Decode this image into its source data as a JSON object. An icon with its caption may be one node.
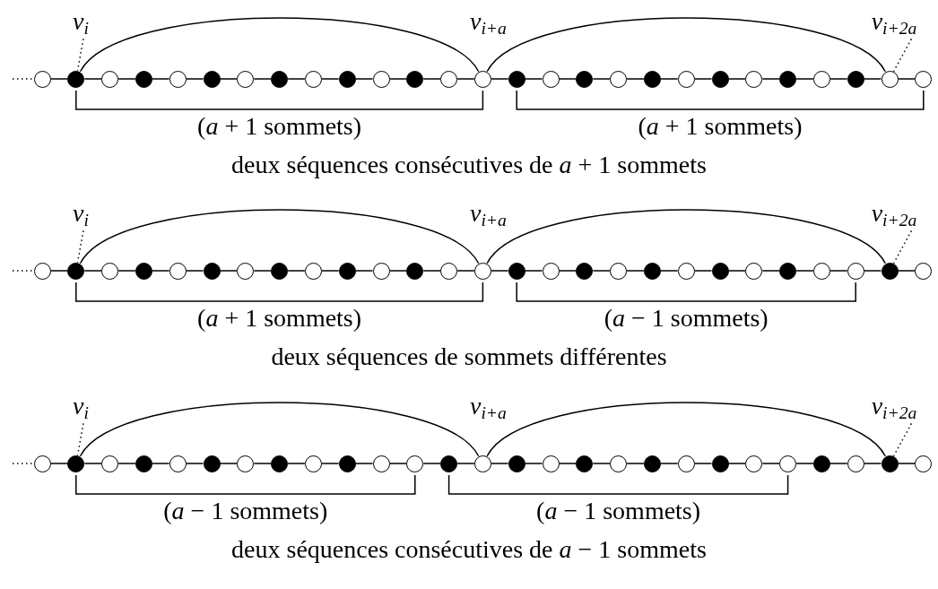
{
  "diagram": {
    "nodes": [
      {
        "text": [
          "*v*$_{i}$"
        ]
      },
      {
        "text": [
          "*v*$_{i+2a}$"
        ]
      },
      {
        "text": [],
        "shape": "circle"
      },
      {
        "text": [],
        "shape": "dot"
      },
      {
        "text": [],
        "shape": "circle"
      },
      {
        "text": [],
        "shape": "dot"
      },
      {
        "text": [],
        "shape": "circle"
      },
      {
        "text": [],
        "shape": "dot"
      },
      {
        "text": [],
        "shape": "circle"
      },
      {
        "text": [],
        "shape": "dot"
      },
      {
        "text": [],
        "shape": "circle"
      },
      {
        "text": [],
        "shape": "dot"
      },
      {
        "text": [],
        "shape": "circle"
      },
      {
        "text": [],
        "shape": "dot"
      },
      {
        "text": [],
        "shape": "circle"
      },
      {
        "text": [],
        "shape": "circle"
      },
      {
        "text": [],
        "shape": "dot"
      },
      {
        "text": [],
        "shape": "circle"
      },
      {
        "text": [],
        "shape": "dot"
      },
      {
        "text": [],
        "shape": "circle"
      },
      {
        "text": [],
        "shape": "dot"
      },
      {
        "text": [],
        "shape": "circle"
      },
      {
        "text": [],
        "shape": "dot"
      },
      {
        "text": [],
        "shape": "circle"
      },
      {
        "text": [],
        "shape": "dot"
      },
      {
        "text": [],
        "shape": "circle"
      },
      {
        "text": [],
        "shape": "dot"
      },
      {
        "text": [],
        "shape": "circle"
      },
      {
        "text": [],
        "shape": "circle"
      },
      {
        "text": [
          "*v*$_{i}$"
        ]
      },
      {
        "text": [
          "*v*$_{i+2a}$"
        ]
      },
      {
        "text": [],
        "shape": "circle"
      },
      {
        "text": [],
        "shape": "dot"
      },
      {
        "text": [],
        "shape": "circle"
      },
      {
        "text": [],
        "shape": "dot"
      },
      {
        "text": [],
        "shape": "circle"
      },
      {
        "text": [],
        "shape": "dot"
      },
      {
        "text": [],
        "shape": "circle"
      },
      {
        "text": [],
        "shape": "dot"
      },
      {
        "text": [],
        "shape": "circle"
      },
      {
        "text": [],
        "shape": "dot"
      },
      {
        "text": [],
        "shape": "circle"
      },
      {
        "text": [],
        "shape": "dot"
      },
      {
        "text": [],
        "shape": "circle"
      },
      {
        "text": [],
        "shape": "circle"
      },
      {
        "text": [],
        "shape": "dot"
      },
      {
        "text": [],
        "shape": "circle"
      },
      {
        "text": [],
        "shape": "dot"
      },
      {
        "text": [],
        "shape": "circle"
      },
      {
        "text": [],
        "shape": "dot"
      },
      {
        "text": [],
        "shape": "circle"
      },
      {
        "text": [],
        "shape": "dot"
      },
      {
        "text": [],
        "shape": "circle"
      },
      {
        "text": [],
        "shape": "dot"
      },
      {
        "text": [],
        "shape": "circle"
      },
      {
        "text": [],
        "shape": "circle"
      },
      {
        "text": [],
        "shape": "dot"
      },
      {
        "text": [],
        "shape": "circle"
      },
      {
        "text": [
          "*v*$_{i}$"
        ]
      },
      {
        "text": [
          "*v*$_{i+2a}$"
        ]
      },
      {
        "text": [],
        "shape": "circle"
      },
      {
        "text": [],
        "shape": "dot"
      },
      {
        "text": [],
        "shape": "circle"
      },
      {
        "text": [],
        "shape": "dot"
      },
      {
        "text": [],
        "shape": "circle"
      },
      {
        "text": [],
        "shape": "dot"
      },
      {
        "text": [],
        "shape": "circle"
      },
      {
        "text": [],
        "shape": "dot"
      },
      {
        "text": [],
        "shape": "circle"
      },
      {
        "text": [],
        "shape": "dot"
      },
      {
        "text": [],
        "shape": "circle"
      },
      {
        "text": [],
        "shape": "circle"
      },
      {
        "text": [],
        "shape": "dot"
      },
      {
        "text": [],
        "shape": "circle"
      },
      {
        "text": [],
        "shape": "dot"
      },
      {
        "text": [],
        "shape": "circle"
      },
      {
        "text": [],
        "shape": "dot"
      },
      {
        "text": [],
        "shape": "circle"
      },
      {
        "text": [],
        "shape": "dot"
      },
      {
        "text": [],
        "shape": "circle"
      },
      {
        "text": [],
        "shape": "dot"
      },
      {
        "text": [],
        "shape": "circle"
      },
      {
        "text": [],
        "shape": "circle"
      },
      {
        "text": [],
        "shape": "dot"
      },
      {
        "text": [],
        "shape": "circle"
      },
      {
        "text": [],
        "shape": "dot"
      },
      {
        "text": [],
        "shape": "circle"
      }
    ],
    "edges": [
      {
        "from": null,
        "to": 2,
        "arrow": "none",
        "style": "dashed"
      },
      {
        "from": 0,
        "to": 3,
        "arrow": "none",
        "style": "dashed"
      },
      {
        "from": 1,
        "to": 27,
        "arrow": "none",
        "style": "dashed"
      },
      {
        "from": 3,
        "to": 15,
        "arrow": "none"
      },
      {
        "from": 15,
        "to": 27,
        "arrow": "none"
      },
      {
        "from": 2,
        "to": 3,
        "arrow": "none"
      },
      {
        "from": 3,
        "to": 4,
        "arrow": "none"
      },
      {
        "from": 4,
        "to": 5,
        "arrow": "none"
      },
      {
        "from": 5,
        "to": 6,
        "arrow": "none"
      },
      {
        "from": 6,
        "to": 7,
        "arrow": "none"
      },
      {
        "from": 7,
        "to": 8,
        "arrow": "none"
      },
      {
        "from": 8,
        "to": 9,
        "arrow": "none"
      },
      {
        "from": 9,
        "to": 10,
        "arrow": "none"
      },
      {
        "from": 10,
        "to": 11,
        "arrow": "none"
      },
      {
        "from": 11,
        "to": 12,
        "arrow": "none"
      },
      {
        "from": 12,
        "to": 13,
        "arrow": "none"
      },
      {
        "from": 13,
        "to": 14,
        "arrow": "none"
      },
      {
        "from": 14,
        "to": 15,
        "arrow": "none"
      },
      {
        "from": 15,
        "to": 16,
        "arrow": "none"
      },
      {
        "from": 16,
        "to": 17,
        "arrow": "none"
      },
      {
        "from": 17,
        "to": 18,
        "arrow": "none"
      },
      {
        "from": 18,
        "to": 19,
        "arrow": "none"
      },
      {
        "from": 19,
        "to": 20,
        "arrow": "none"
      },
      {
        "from": 20,
        "to": 21,
        "arrow": "none"
      },
      {
        "from": 21,
        "to": 22,
        "arrow": "none"
      },
      {
        "from": 22,
        "to": 23,
        "arrow": "none"
      },
      {
        "from": 23,
        "to": 24,
        "arrow": "none"
      },
      {
        "from": 24,
        "to": 25,
        "arrow": "none"
      },
      {
        "from": 25,
        "to": 26,
        "arrow": "none"
      },
      {
        "from": 26,
        "to": 27,
        "arrow": "none"
      },
      {
        "from": 27,
        "to": 28,
        "arrow": "none"
      },
      {
        "from": null,
        "to": 31,
        "arrow": "none",
        "style": "dashed"
      },
      {
        "from": 29,
        "to": 32,
        "arrow": "none",
        "style": "dashed"
      },
      {
        "from": 30,
        "to": 56,
        "arrow": "none",
        "style": "dashed"
      },
      {
        "from": 32,
        "to": 44,
        "arrow": "none"
      },
      {
        "from": 44,
        "to": 56,
        "arrow": "none"
      },
      {
        "from": 31,
        "to": 32,
        "arrow": "none"
      },
      {
        "from": 32,
        "to": 33,
        "arrow": "none"
      },
      {
        "from": 33,
        "to": 34,
        "arrow": "none"
      },
      {
        "from": 34,
        "to": 35,
        "arrow": "none"
      },
      {
        "from": 35,
        "to": 36,
        "arrow": "none"
      },
      {
        "from": 36,
        "to": 37,
        "arrow": "none"
      },
      {
        "from": 37,
        "to": 38,
        "arrow": "none"
      },
      {
        "from": 38,
        "to": 39,
        "arrow": "none"
      },
      {
        "from": 39,
        "to": 40,
        "arrow": "none"
      },
      {
        "from": 40,
        "to": 41,
        "arrow": "none"
      },
      {
        "from": 41,
        "to": 42,
        "arrow": "none"
      },
      {
        "from": 42,
        "to": 43,
        "arrow": "none"
      },
      {
        "from": 43,
        "to": 44,
        "arrow": "none"
      },
      {
        "from": 44,
        "to": 45,
        "arrow": "none"
      },
      {
        "from": 45,
        "to": 46,
        "arrow": "none"
      },
      {
        "from": 46,
        "to": 47,
        "arrow": "none"
      },
      {
        "from": 47,
        "to": 48,
        "arrow": "none"
      },
      {
        "from": 48,
        "to": 49,
        "arrow": "none"
      },
      {
        "from": 49,
        "to": 50,
        "arrow": "none"
      },
      {
        "from": 50,
        "to": 51,
        "arrow": "none"
      },
      {
        "from": 51,
        "to": 52,
        "arrow": "none"
      },
      {
        "from": 52,
        "to": 53,
        "arrow": "none"
      },
      {
        "from": 53,
        "to": 54,
        "arrow": "none"
      },
      {
        "from": 54,
        "to": 55,
        "arrow": "none"
      },
      {
        "from": 55,
        "to": 56,
        "arrow": "none"
      },
      {
        "from": 56,
        "to": 57,
        "arrow": "none"
      },
      {
        "from": null,
        "to": 60,
        "arrow": "none",
        "style": "dashed"
      },
      {
        "from": 58,
        "to": 61,
        "arrow": "none",
        "style": "dashed"
      },
      {
        "from": 59,
        "to": 85,
        "arrow": "none",
        "style": "dashed"
      },
      {
        "from": 61,
        "to": 73,
        "arrow": "none"
      },
      {
        "from": 73,
        "to": 85,
        "arrow": "none"
      },
      {
        "from": 60,
        "to": 61,
        "arrow": "none"
      },
      {
        "from": 61,
        "to": 62,
        "arrow": "none"
      },
      {
        "from": 62,
        "to": 63,
        "arrow": "none"
      },
      {
        "from": 63,
        "to": 64,
        "arrow": "none"
      },
      {
        "from": 64,
        "to": 65,
        "arrow": "none"
      },
      {
        "from": 65,
        "to": 66,
        "arrow": "none"
      },
      {
        "from": 66,
        "to": 67,
        "arrow": "none"
      },
      {
        "from": 67,
        "to": 68,
        "arrow": "none"
      },
      {
        "from": 68,
        "to": 69,
        "arrow": "none"
      },
      {
        "from": 69,
        "to": 70,
        "arrow": "none"
      },
      {
        "from": 70,
        "to": 71,
        "arrow": "none"
      },
      {
        "from": 71,
        "to": 72,
        "arrow": "none"
      },
      {
        "from": 72,
        "to": 73,
        "arrow": "none"
      },
      {
        "from": 73,
        "to": 74,
        "arrow": "none"
      },
      {
        "from": 74,
        "to": 75,
        "arrow": "none"
      },
      {
        "from": 75,
        "to": 76,
        "arrow": "none"
      },
      {
        "from": 76,
        "to": 77,
        "arrow": "none"
      },
      {
        "from": 77,
        "to": 78,
        "arrow": "none"
      },
      {
        "from": 78,
        "to": 79,
        "arrow": "none"
      },
      {
        "from": 79,
        "to": 80,
        "arrow": "none"
      },
      {
        "from": 80,
        "to": 81,
        "arrow": "none"
      },
      {
        "from": 81,
        "to": 82,
        "arrow": "none"
      },
      {
        "from": 82,
        "to": 83,
        "arrow": "none"
      },
      {
        "from": 83,
        "to": 84,
        "arrow": "none"
      },
      {
        "from": 84,
        "to": 85,
        "arrow": "none"
      },
      {
        "from": 85,
        "to": 86,
        "arrow": "none"
      }
    ],
    "labels": [
      "*v*$_{i+a}$",
      "(*a* + 1 sommets)",
      "(*a* + 1 sommets)",
      "deux séquences consécutives de *a* + 1 sommets",
      "*v*$_{i+a}$",
      "(*a* + 1 sommets)",
      "(*a* − 1 sommets)",
      "deux séquences de sommets différentes",
      "*v*$_{i+a}$",
      "(*a* − 1 sommets)",
      "(*a* − 1 sommets)",
      "deux séquences consécutives de *a* − 1 sommets"
    ]
  }
}
